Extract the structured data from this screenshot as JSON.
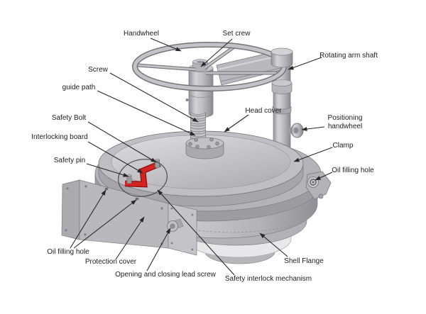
{
  "figure": {
    "colors": {
      "background": "#ffffff",
      "highlight_red": "#d42420",
      "leader_line": "#28282b",
      "metal_grey": "#bfbfc3"
    },
    "labels": {
      "handwheel": "Handwheel",
      "set_crew": "Set crew",
      "rotating_arm_shaft": "Rotating arm shaft",
      "screw": "Screw",
      "guide_path": "guide path",
      "head_cover": "Head cover",
      "positioning_handwheel": "Positioning handwheel",
      "safety_bolt": "Safety Bolt",
      "interlocking_board": "Interlocking board",
      "clamp": "Clamp",
      "safety_pin": "Safety pin",
      "oil_filling_hole_right": "Oil filling hole",
      "oil_filling_hole_left": "Oil filling hole",
      "protection_cover": "Protection cover",
      "opening_and_closing_lead_screw": "Opening and closing lead screw",
      "safety_interlock_mechanism": "Safety interlock mechanism",
      "shell_flange": "Shell Flange"
    }
  }
}
